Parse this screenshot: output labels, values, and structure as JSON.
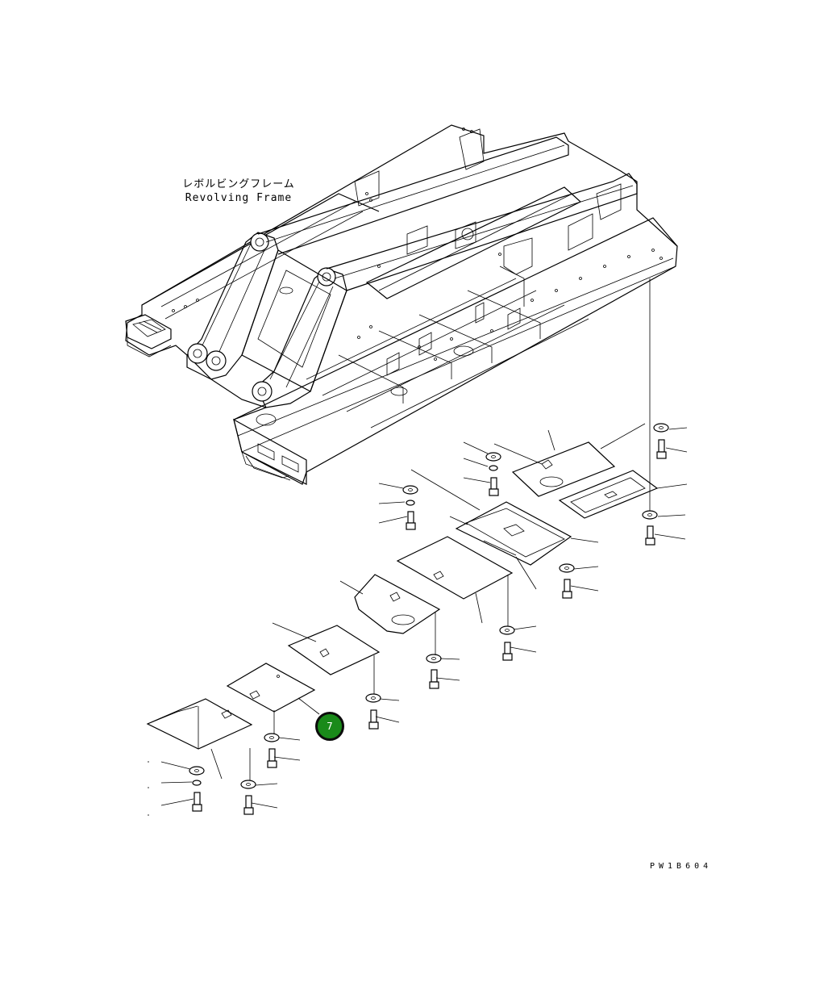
{
  "frame_label": {
    "japanese": "レボルビングフレーム",
    "english": "Revolving Frame"
  },
  "drawing_code": "PW1B604",
  "callout": {
    "number": "7",
    "color": "#1a8a1a"
  }
}
